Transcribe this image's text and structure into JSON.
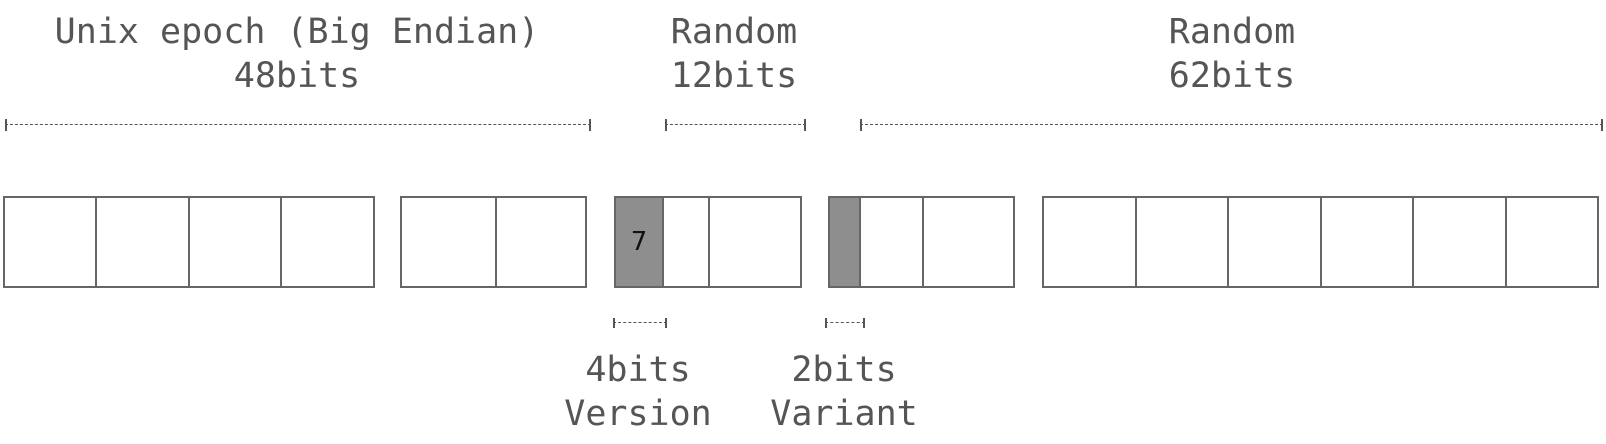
{
  "segments": {
    "timestamp": {
      "title": "Unix epoch (Big Endian)",
      "bits": "48bits"
    },
    "rand_a": {
      "title": "Random",
      "bits": "12bits"
    },
    "rand_b": {
      "title": "Random",
      "bits": "62bits"
    },
    "version": {
      "bits": "4bits",
      "title": "Version",
      "value": "7"
    },
    "variant": {
      "bits": "2bits",
      "title": "Variant"
    }
  },
  "colors": {
    "text": "#555555",
    "border": "#666666",
    "shaded": "#8e8e8e"
  }
}
